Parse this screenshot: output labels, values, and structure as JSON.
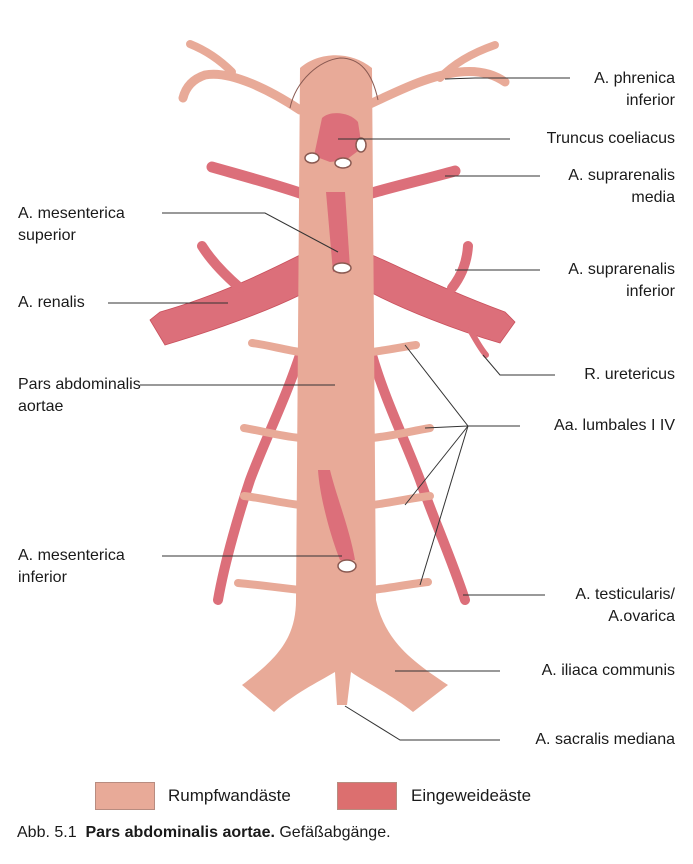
{
  "colors": {
    "trunk": "#e8aa98",
    "trunk_shade": "#dfa08f",
    "visceral": "#dc6f7a",
    "visceral_dark": "#c8505c",
    "outline": "#8a5a52",
    "line": "#333333",
    "swatch_trunk": "#e8aa98",
    "swatch_visceral": "#dc6f6f"
  },
  "labels": {
    "phrenica_1": "A. phrenica",
    "phrenica_2": "inferior",
    "coeliacus": "Truncus coeliacus",
    "suprarenalis_media_1": "A. suprarenalis",
    "suprarenalis_media_2": "media",
    "mesenterica_sup_1": "A. mesenterica",
    "mesenterica_sup_2": "superior",
    "suprarenalis_inf_1": "A. suprarenalis",
    "suprarenalis_inf_2": "inferior",
    "renalis": "A. renalis",
    "uretericus": "R. uretericus",
    "pars_1": "Pars abdominalis",
    "pars_2": "aortae",
    "lumbales": "Aa. lumbales I  IV",
    "mesenterica_inf_1": "A. mesenterica",
    "mesenterica_inf_2": "inferior",
    "testicularis_1": "A. testicularis/",
    "testicularis_2": "A.ovarica",
    "iliaca": "A. iliaca communis",
    "sacralis": "A. sacralis mediana"
  },
  "legend": {
    "trunk_label": "Rumpfwandäste",
    "visceral_label": "Eingeweideäste"
  },
  "caption": {
    "number": "Abb. 5.1",
    "title": "Pars abdominalis aortae.",
    "text": " Gefäßabgänge."
  }
}
